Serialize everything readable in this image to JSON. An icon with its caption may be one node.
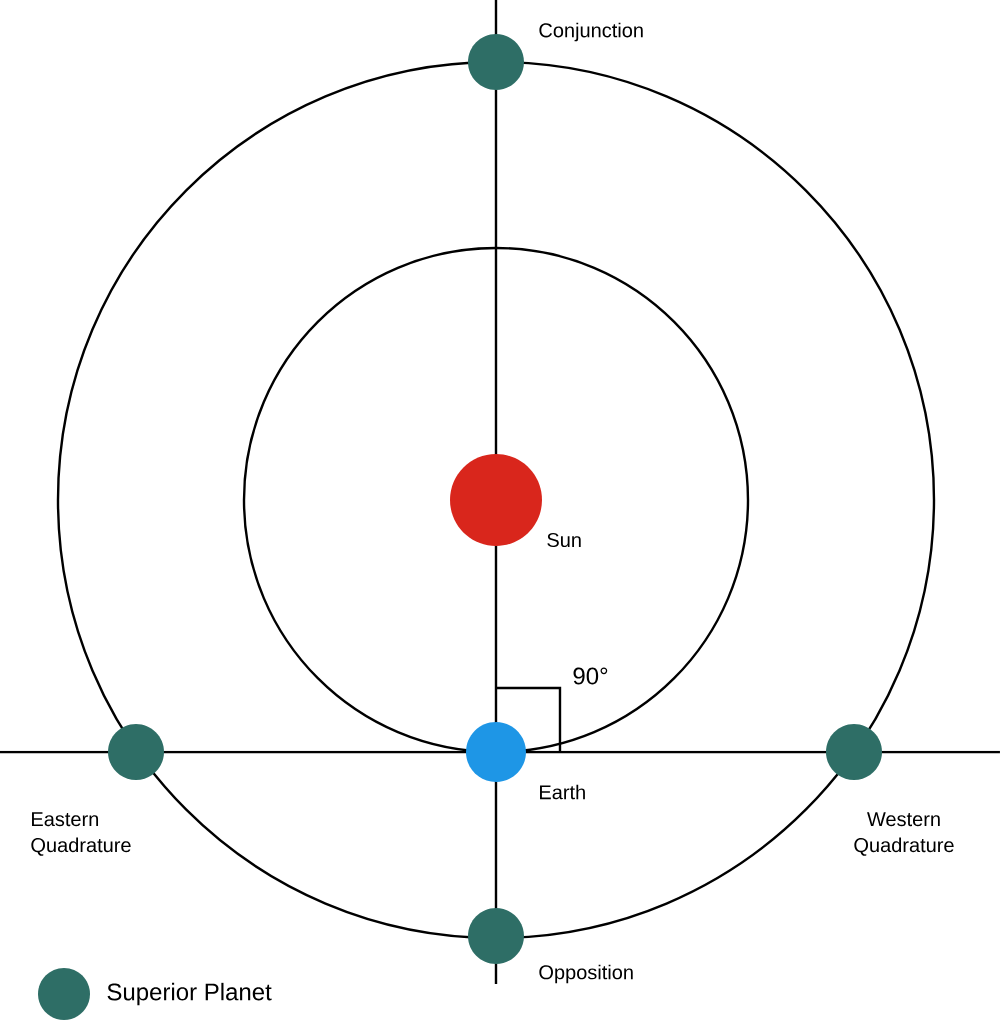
{
  "diagram": {
    "nodes": [
      {
        "text": [
          "Conjunction"
        ]
      },
      {
        "text": [
          "Sun"
        ]
      },
      {
        "text": [
          "Eastern Quadrature"
        ]
      },
      {
        "text": [
          "Earth"
        ]
      },
      {
        "text": [
          "Western Quadrature"
        ]
      },
      {
        "text": [
          "Opposition"
        ]
      }
    ],
    "labels": [
      "90°"
    ],
    "legend": [
      {
        "text": "Superior Planet",
        "color": "#2e6e66"
      }
    ]
  }
}
